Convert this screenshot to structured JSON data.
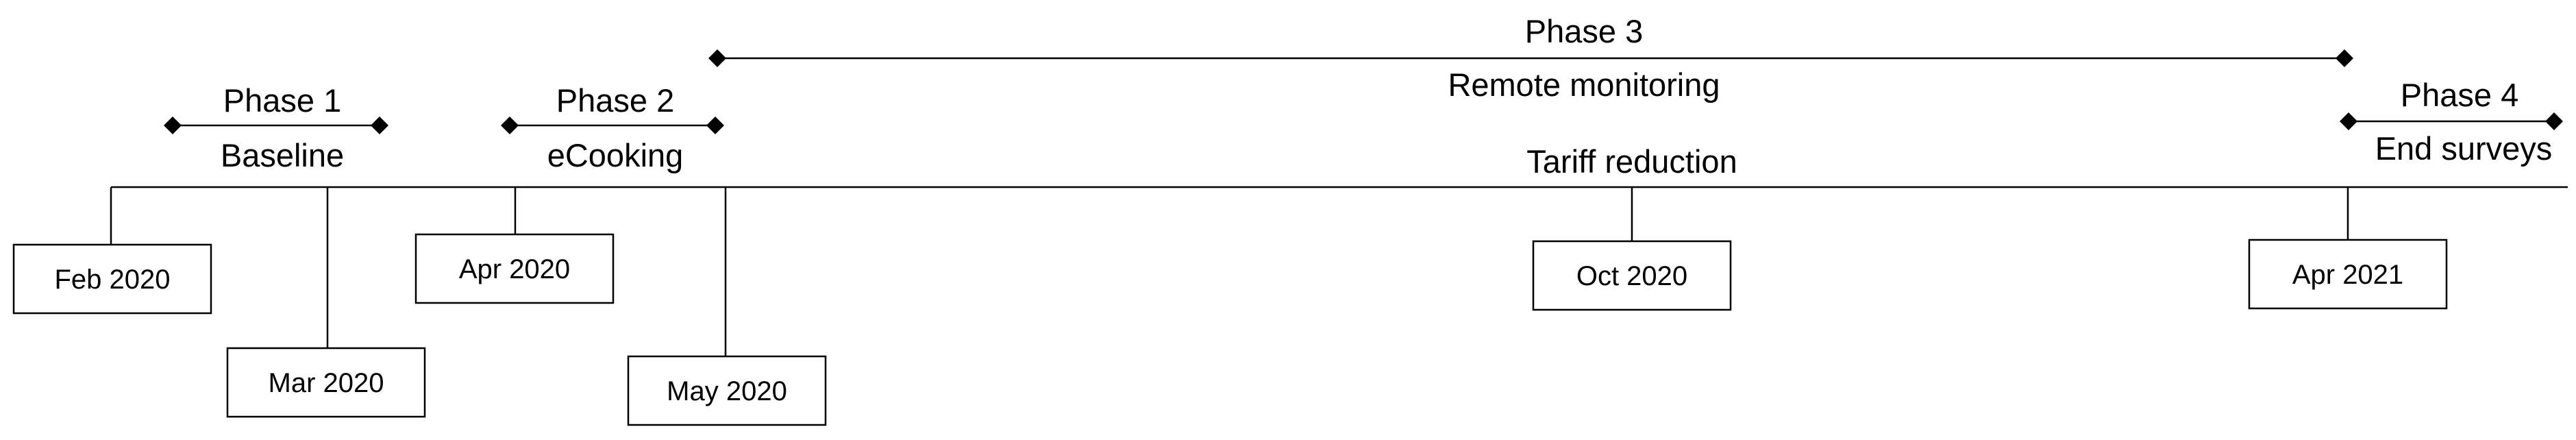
{
  "phases": [
    {
      "name": "Phase 1",
      "label": "Baseline"
    },
    {
      "name": "Phase 2",
      "label": "eCooking"
    },
    {
      "name": "Phase 3",
      "label": "Remote monitoring"
    },
    {
      "name": "Phase 4",
      "label": "End surveys"
    }
  ],
  "annotation": "Tariff reduction",
  "dates": [
    "Feb 2020",
    "Mar 2020",
    "Apr 2020",
    "May 2020",
    "Oct 2020",
    "Apr 2021"
  ],
  "colors": {
    "line": "#000000",
    "background": "#ffffff"
  }
}
